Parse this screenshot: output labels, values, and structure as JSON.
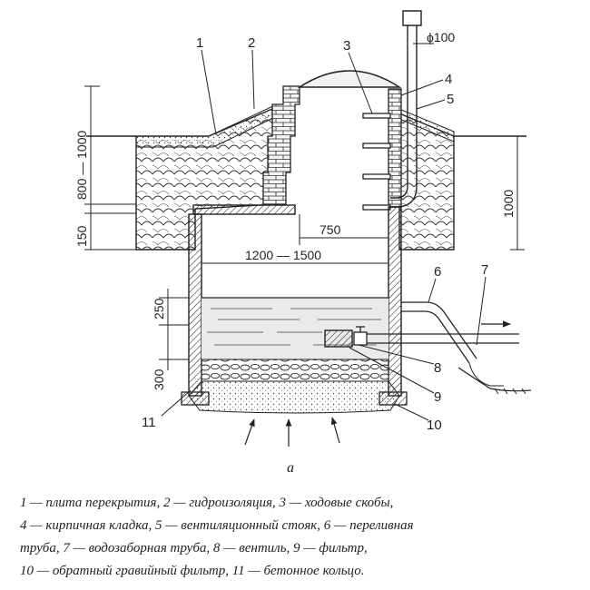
{
  "labels": {
    "n1": "1",
    "n2": "2",
    "n3": "3",
    "n4": "4",
    "n5": "5",
    "n6": "6",
    "n7": "7",
    "n8": "8",
    "n9": "9",
    "n10": "10",
    "n11": "11"
  },
  "dimensions": {
    "pipe_diameter": "ϕ100",
    "d_750": "750",
    "d_1200_1500": "1200 — 1500",
    "d_800_1000": "800 — 1000",
    "d_150": "150",
    "d_1000": "1000",
    "d_250": "250",
    "d_300": "300"
  },
  "caption": "а",
  "legend": {
    "line1": "1 — плита перекрытия, 2 — гидроизоляция, 3 — ходовые скобы,",
    "line2": "4 — кирпичная кладка, 5 — вентиляционный стояк, 6 — переливная",
    "line3": "труба, 7 — водозаборная труба, 8 — вентиль, 9 — фильтр,",
    "line4": "10 — обратный гравийный фильтр, 11 — бетонное кольцо."
  }
}
